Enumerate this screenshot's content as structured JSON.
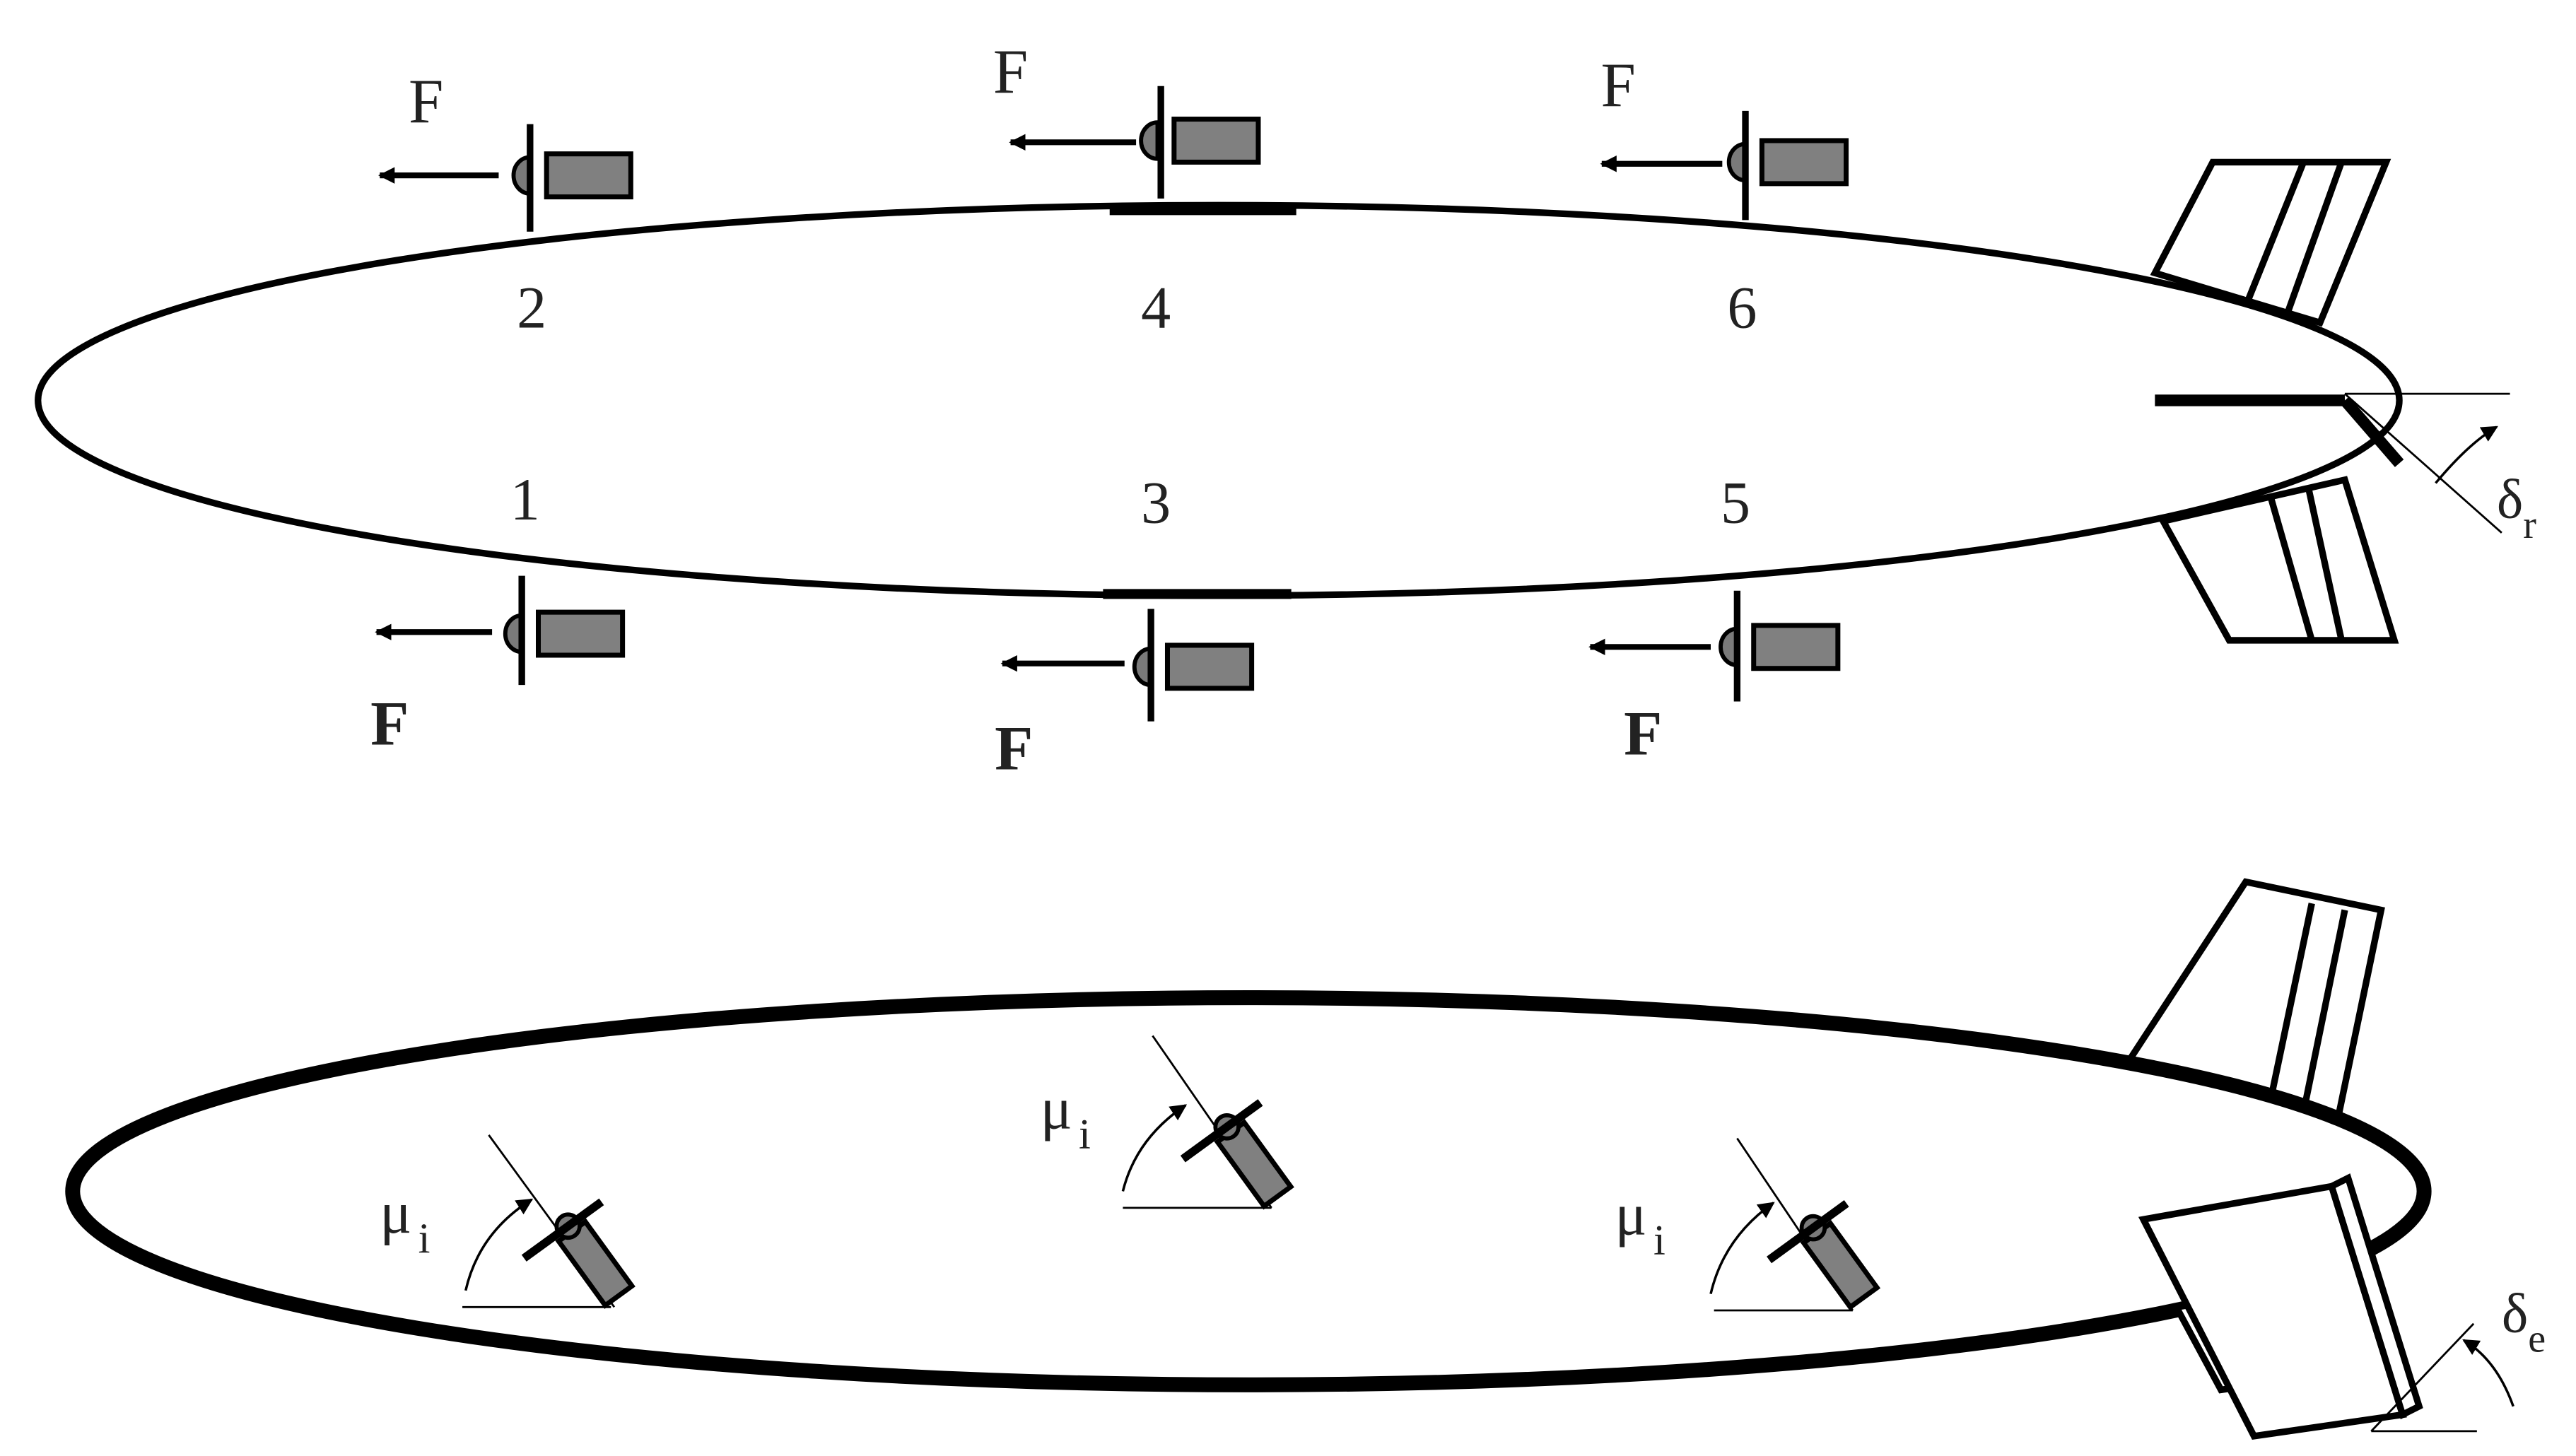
{
  "top_view": {
    "force_label": "F",
    "thrusters": [
      {
        "id": "1",
        "number": "1",
        "force": "F"
      },
      {
        "id": "2",
        "number": "2",
        "force": "F"
      },
      {
        "id": "3",
        "number": "3",
        "force": "F"
      },
      {
        "id": "4",
        "number": "4",
        "force": "F"
      },
      {
        "id": "5",
        "number": "5",
        "force": "F"
      },
      {
        "id": "6",
        "number": "6",
        "force": "F"
      }
    ],
    "rudder": {
      "symbol": "δ",
      "subscript": "r"
    }
  },
  "side_view": {
    "tilt_angle": {
      "symbol": "μ",
      "subscript": "i"
    },
    "elevator": {
      "symbol": "δ",
      "subscript": "e"
    }
  },
  "colors": {
    "outline": "#000000",
    "motor_fill": "#808080",
    "hub_fill": "#7a7a7a",
    "background": "#ffffff"
  },
  "icons": [
    "force-arrow-icon",
    "propeller-icon",
    "motor-icon",
    "angle-arc-icon"
  ]
}
